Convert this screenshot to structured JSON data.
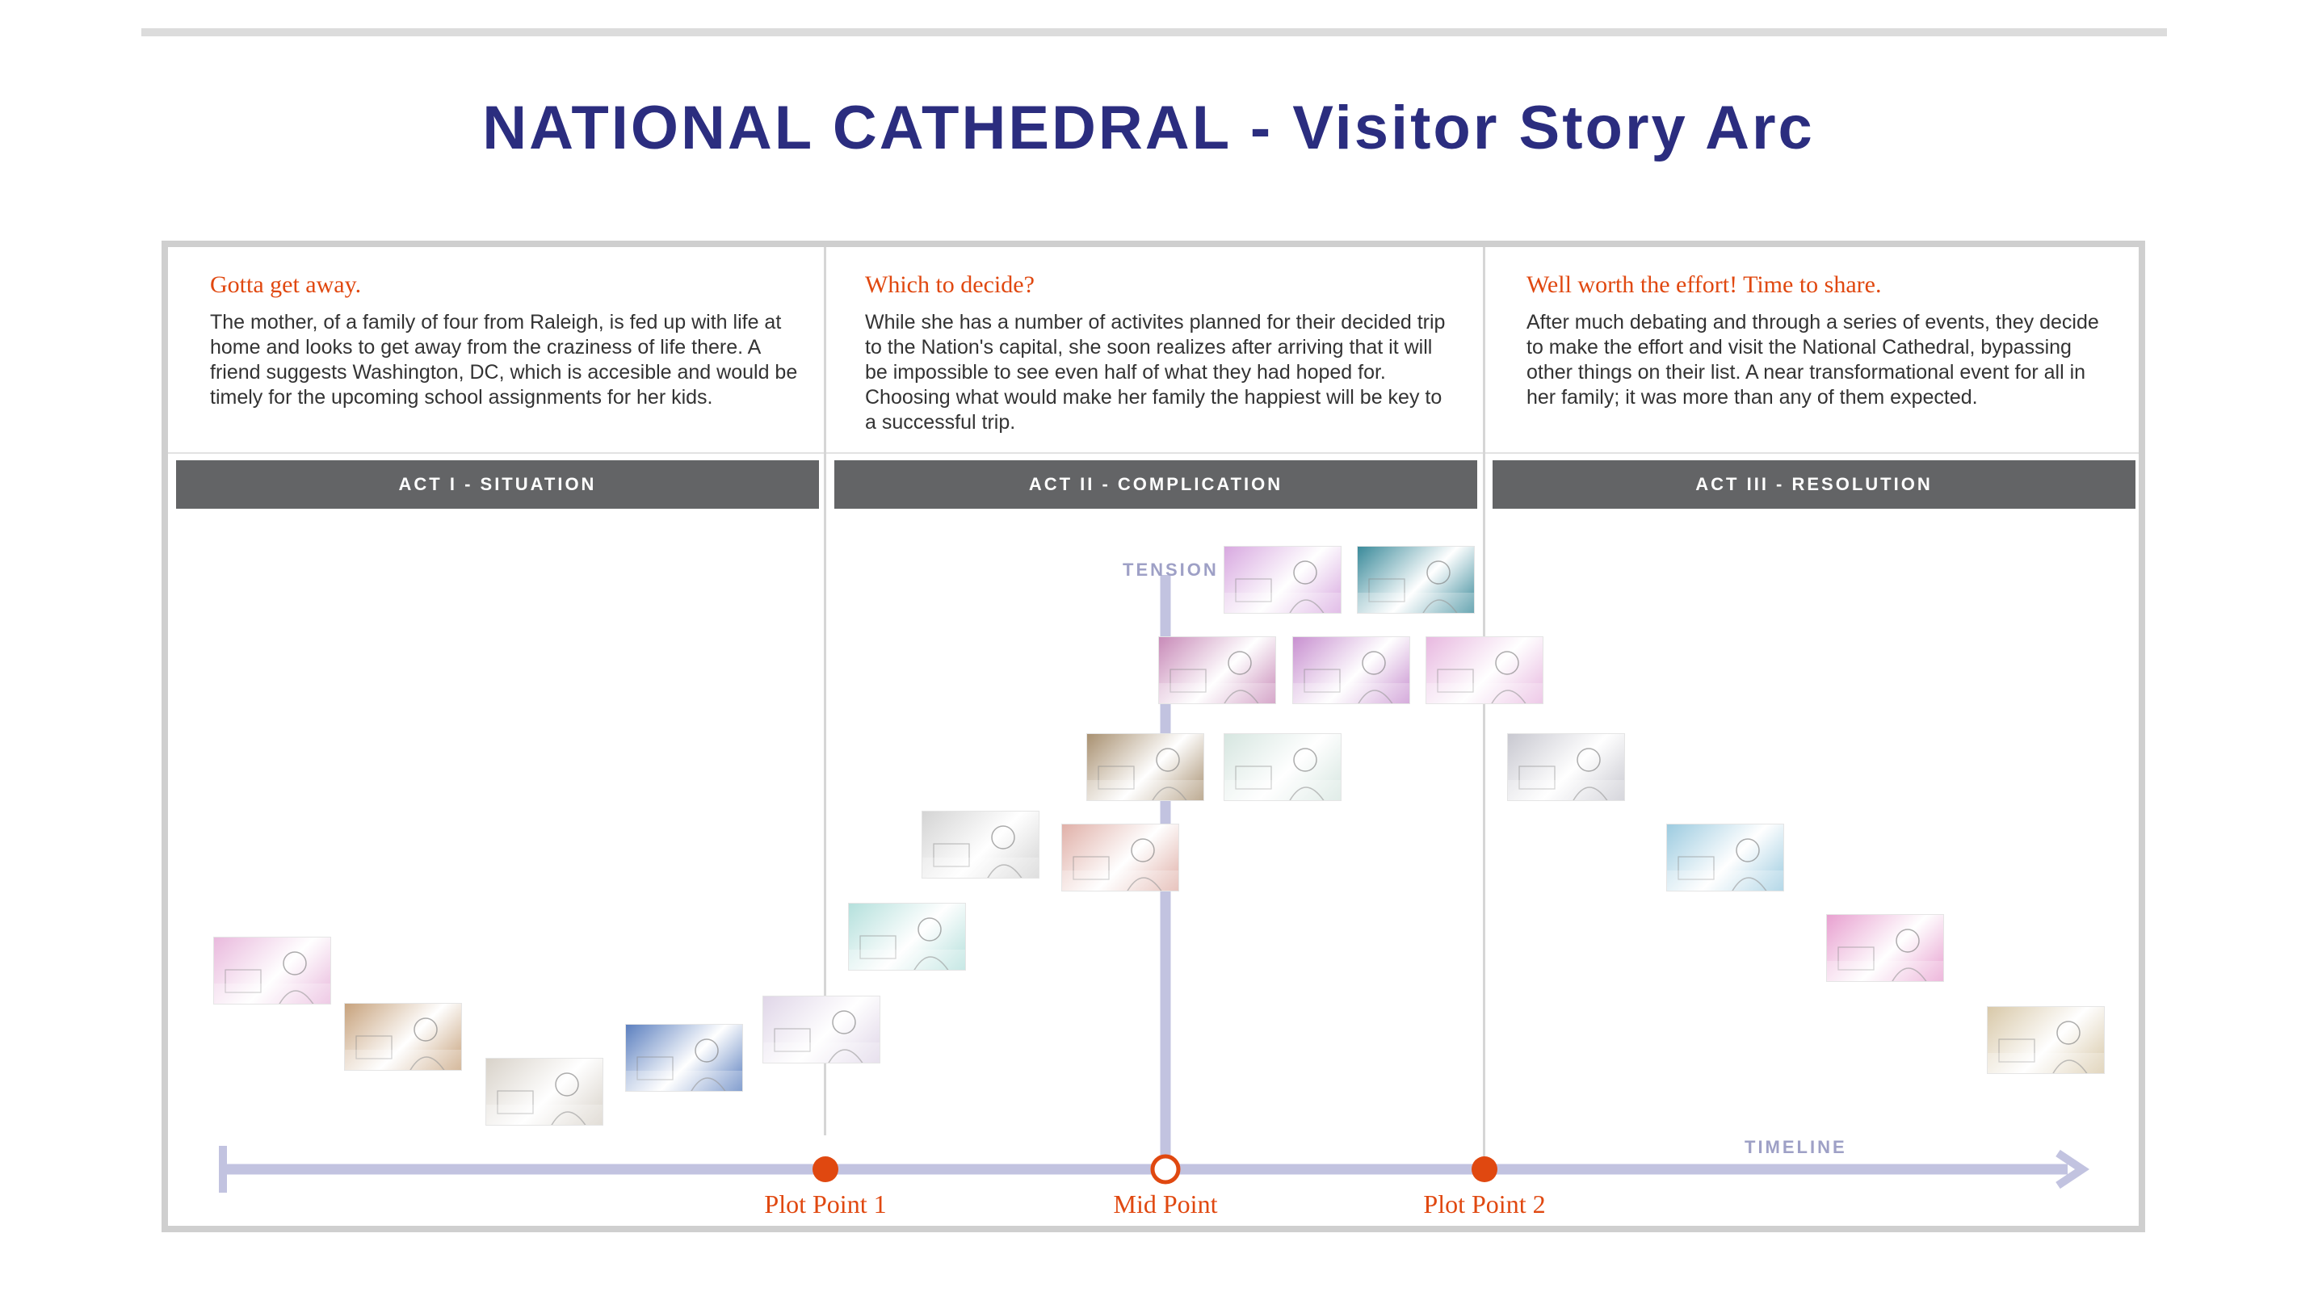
{
  "title": "NATIONAL CATHEDRAL - Visitor Story Arc",
  "acts": [
    {
      "header": "ACT I - SITUATION",
      "heading": "Gotta get away.",
      "body": "The mother, of a family of four from Raleigh, is fed up with life at home and looks to get away from the craziness of life there. A friend suggests Washington, DC, which is accesible and would be timely for the upcoming school assignments for her kids."
    },
    {
      "header": "ACT II - COMPLICATION",
      "heading": "Which to decide?",
      "body": "While she has a number of activites planned for their decided trip to the Nation's capital, she soon realizes after arriving that it will be impossible to see even half of what they had hoped for. Choosing what would make her family the happiest will be key to a successful trip."
    },
    {
      "header": "ACT III - RESOLUTION",
      "heading": "Well worth the effort! Time to share.",
      "body": "After much debating and through a series of events, they decide to make the effort and visit the National Cathedral, bypassing other things on their list. A near transformational event for all in her family; it was more than any of them expected."
    }
  ],
  "axes": {
    "tension_label": "TENSION",
    "timeline_label": "TIMELINE"
  },
  "plot_points": [
    {
      "label": "Plot Point 1",
      "style": "filled"
    },
    {
      "label": "Mid Point",
      "style": "hollow"
    },
    {
      "label": "Plot Point 2",
      "style": "filled"
    }
  ],
  "colors": {
    "title": "#2b2d7f",
    "accent": "#e04810",
    "axis": "#c2c3e0",
    "act_header_bg": "#636466",
    "frame": "#cfcfcf"
  },
  "storyboard_frames": [
    {
      "name": "mother-stressed-at-home",
      "tint": "#e9b9dd"
    },
    {
      "name": "friend-on-computer",
      "tint": "#c7a27c"
    },
    {
      "name": "mailbox-letter",
      "tint": "#d8d2c9"
    },
    {
      "name": "cathedral-website",
      "tint": "#5b7fbf"
    },
    {
      "name": "coffee-and-notes",
      "tint": "#e0d6e8"
    },
    {
      "name": "capitol-arrival",
      "tint": "#b4e0dc"
    },
    {
      "name": "family-planning-sketch",
      "tint": "#d4d4d4"
    },
    {
      "name": "family-discussion",
      "tint": "#e0b0a8"
    },
    {
      "name": "cathedral-exterior",
      "tint": "#a89070"
    },
    {
      "name": "cathedral-interior-hall",
      "tint": "#d6e6e0"
    },
    {
      "name": "phone-in-hand",
      "tint": "#c88ab8"
    },
    {
      "name": "interactive-table",
      "tint": "#c890d0"
    },
    {
      "name": "visitor-sketch",
      "tint": "#e8b8e0"
    },
    {
      "name": "stained-glass-light",
      "tint": "#d8a8e0"
    },
    {
      "name": "large-screen-viewing",
      "tint": "#3a8a9a"
    },
    {
      "name": "family-at-exhibit",
      "tint": "#c8c8d0"
    },
    {
      "name": "thank-you-email",
      "tint": "#9ccbe0"
    },
    {
      "name": "group-gathering",
      "tint": "#e8a0d0"
    },
    {
      "name": "sharing-at-home",
      "tint": "#d8c8a8"
    }
  ]
}
